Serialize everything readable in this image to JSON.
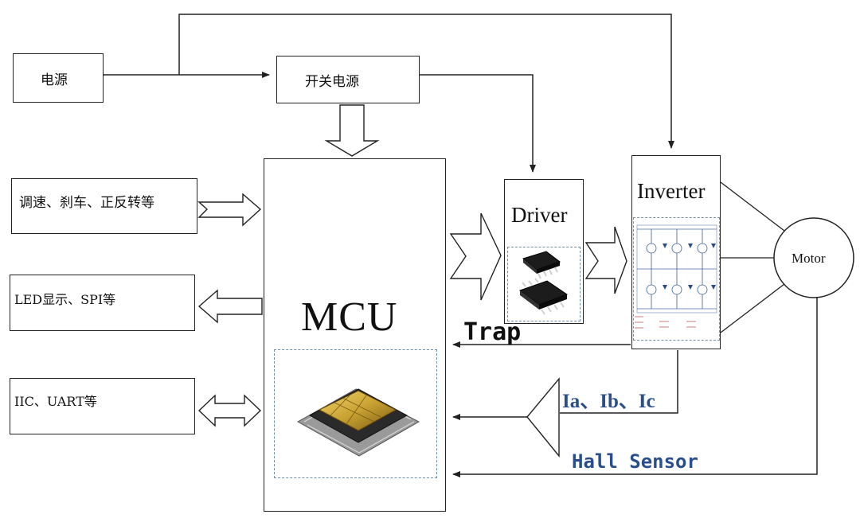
{
  "blocks": {
    "power": "电源",
    "smps": "开关电源",
    "speed_ctrl": "调速、刹车、正反转等",
    "led_spi": "LED显示、SPI等",
    "iic_uart": "IIC、UART等",
    "mcu": "MCU",
    "driver": "Driver",
    "inverter": "Inverter",
    "motor": "Motor"
  },
  "signals": {
    "trap": "Trap",
    "currents": "Ia、Ib、Ic",
    "hall": "Hall Sensor"
  },
  "colors": {
    "line": "#222222",
    "signal_text": "#2a4e8c",
    "dashed_frame": "#6e8fae",
    "chip_gold": "#c9a232"
  }
}
